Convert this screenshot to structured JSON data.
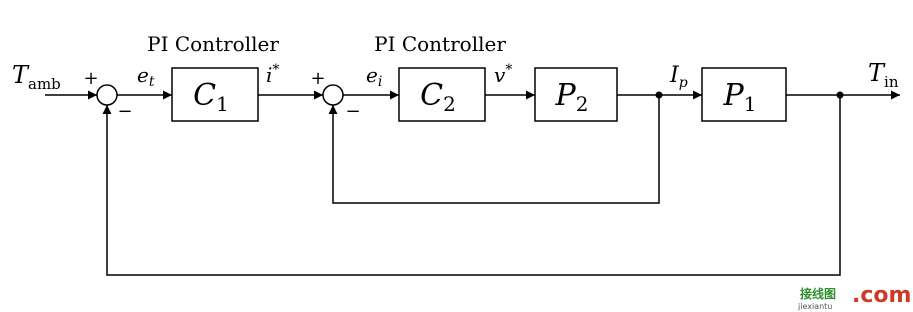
{
  "inner_label": "PI Controller",
  "outer_label": "PI Controller",
  "input": {
    "main": "T",
    "sub": "amb"
  },
  "output": {
    "main": "T",
    "sub": "in"
  },
  "sum1": {
    "plus": "+",
    "minus": "−"
  },
  "sum2": {
    "plus": "+",
    "minus": "−"
  },
  "signals": {
    "et": {
      "main": "e",
      "sub": "t"
    },
    "ei": {
      "main": "e",
      "sub": "i"
    },
    "istar": {
      "main": "i",
      "sup": "*"
    },
    "vstar": {
      "main": "v",
      "sup": "*"
    },
    "ip": {
      "main": "I",
      "sub": "p"
    }
  },
  "blocks": {
    "c1": {
      "main": "C",
      "sub": "1"
    },
    "c2": {
      "main": "C",
      "sub": "2"
    },
    "p2": {
      "main": "P",
      "sub": "2"
    },
    "p1": {
      "main": "P",
      "sub": "1"
    }
  },
  "watermark": {
    "cn": "接线图",
    "dot": ".com",
    "pinyin": "jiexiantu"
  }
}
